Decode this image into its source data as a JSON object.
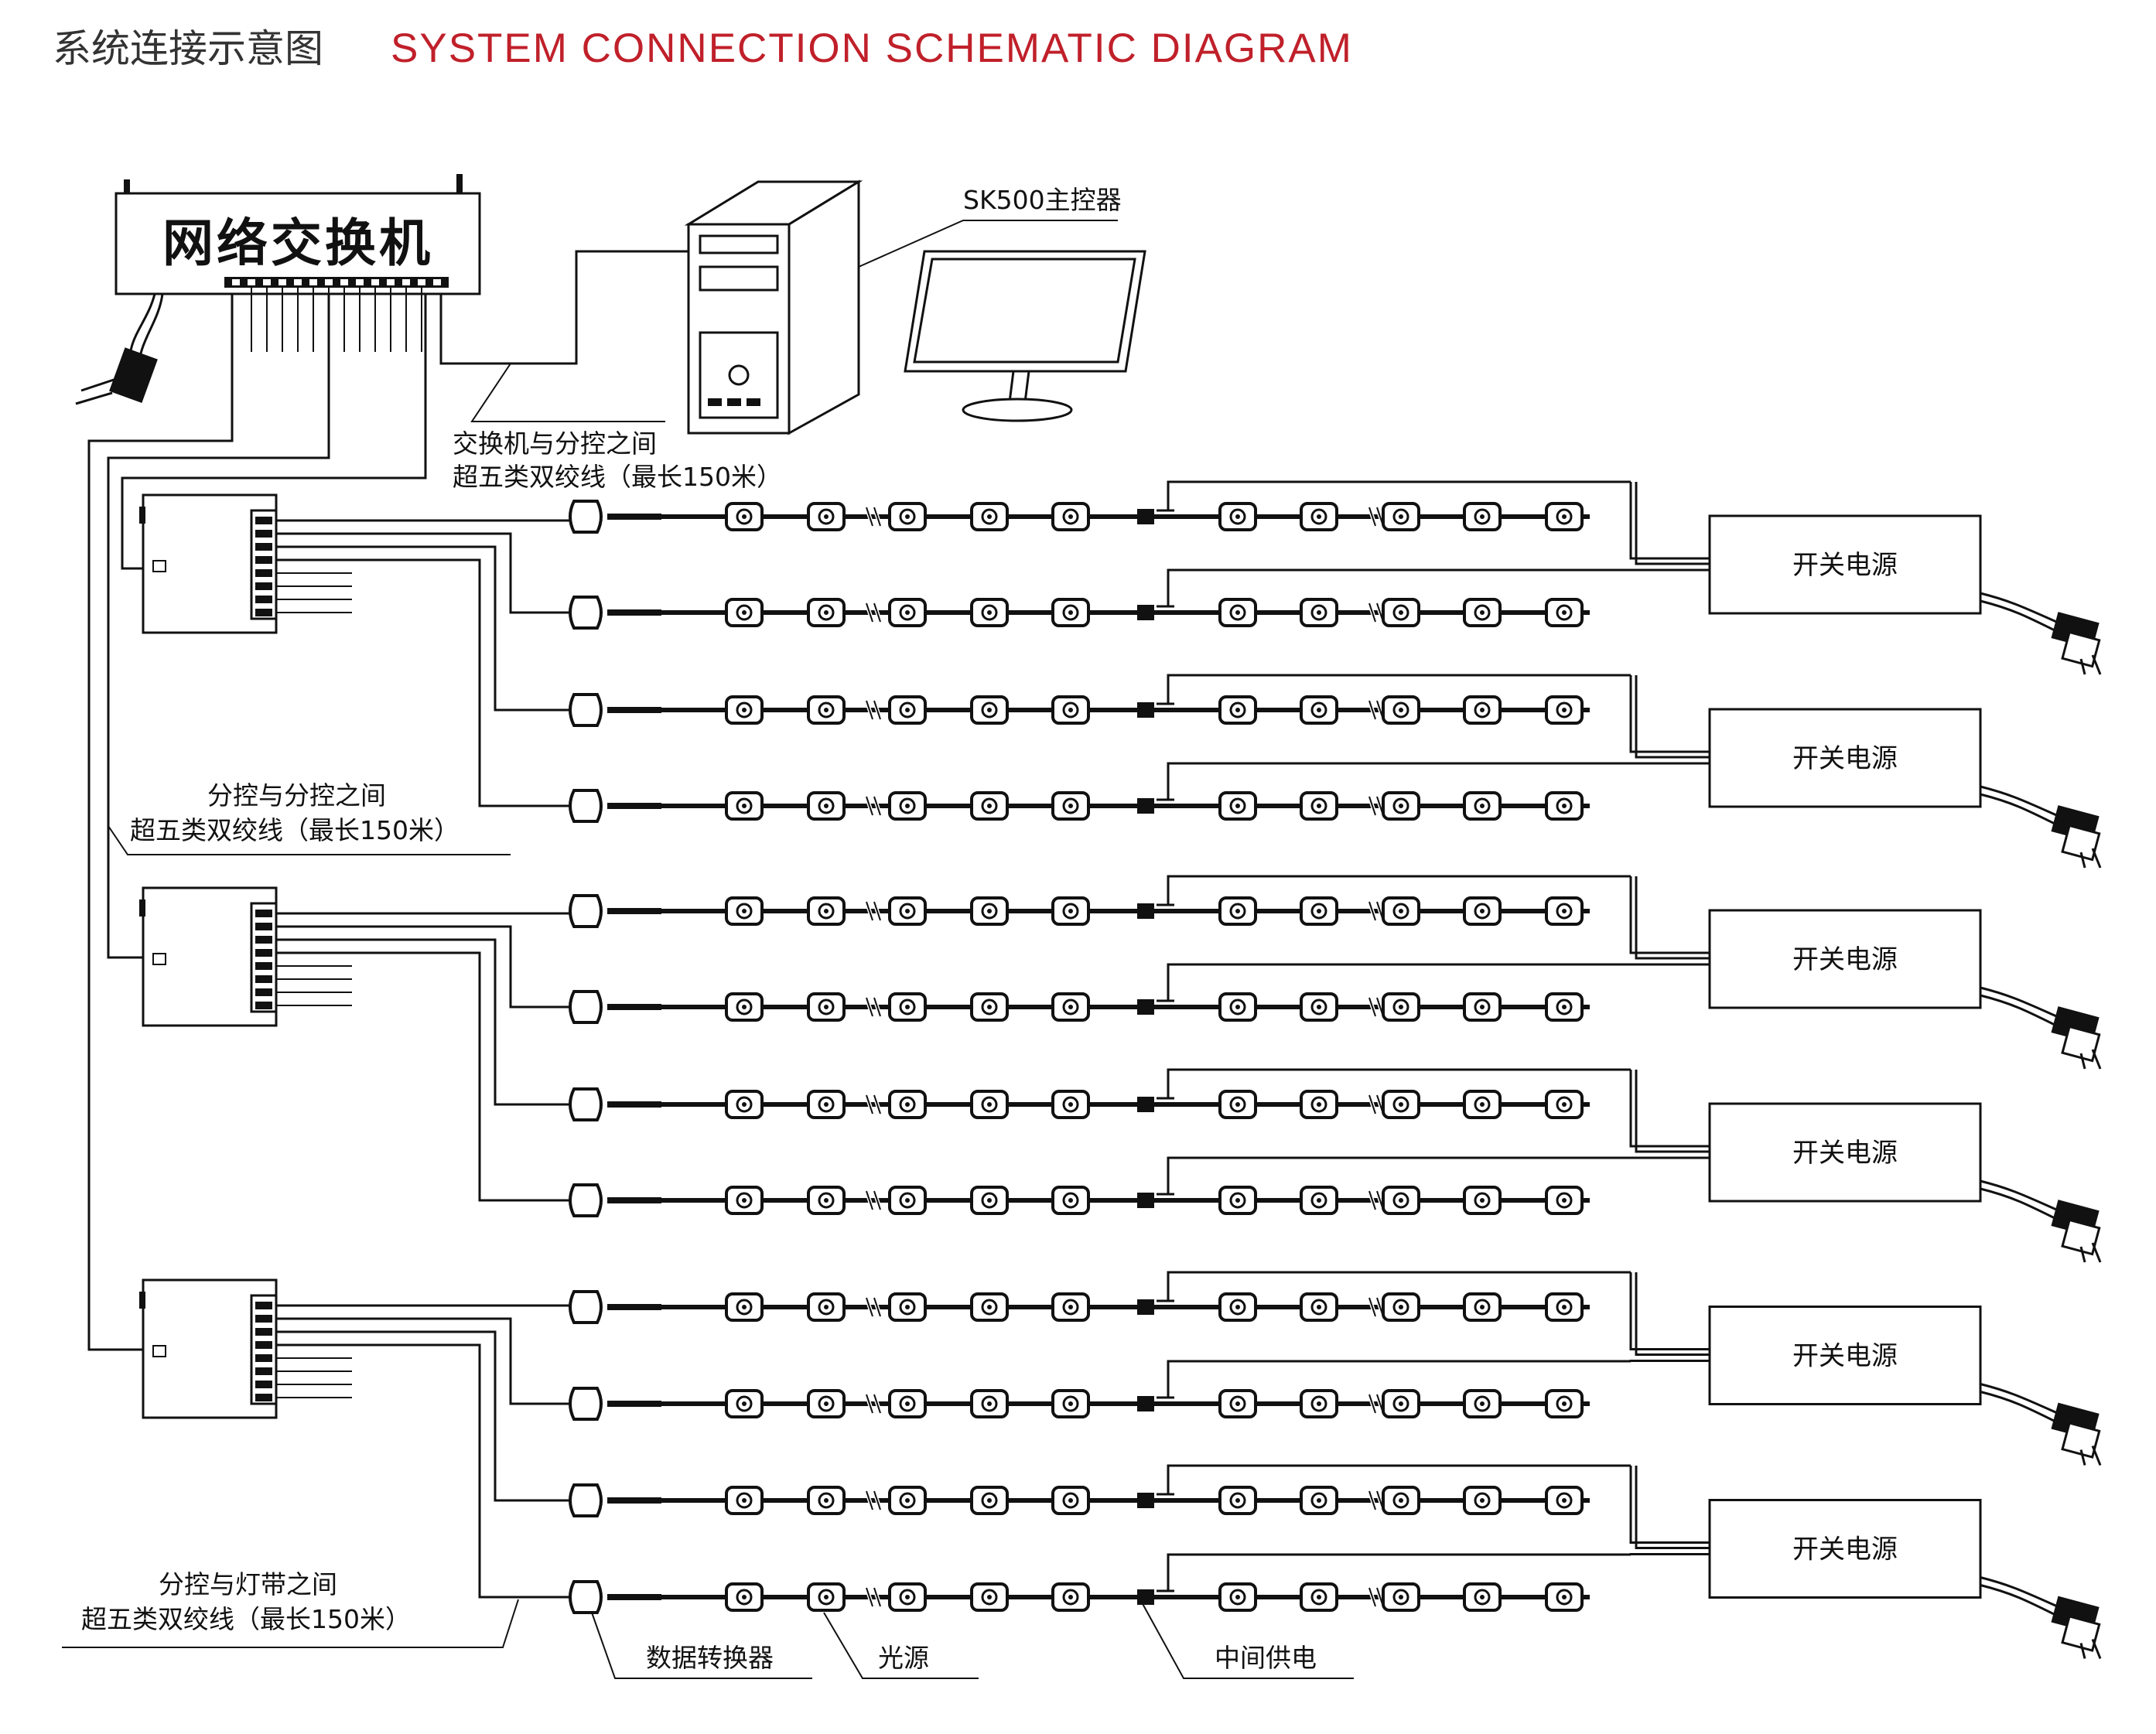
{
  "title": {
    "cn": "系统连接示意图",
    "en": "SYSTEM CONNECTION SCHEMATIC DIAGRAM",
    "en_color": "#c0202a"
  },
  "switch": {
    "label": "网络交换机"
  },
  "controller": {
    "label": "SK500主控器"
  },
  "notes": {
    "switch_to_sub": [
      "交换机与分控之间",
      "超五类双绞线（最长150米）"
    ],
    "sub_to_sub": [
      "分控与分控之间",
      "超五类双绞线（最长150米）"
    ],
    "sub_to_strip": [
      "分控与灯带之间",
      "超五类双绞线（最长150米）"
    ]
  },
  "power_supply": {
    "label": "开关电源",
    "count": 6
  },
  "callouts": {
    "converter": "数据转换器",
    "light": "光源",
    "mid_power": "中间供电"
  },
  "strips": {
    "rows": 12,
    "leds_per_row": 10
  },
  "icons": [
    "power-plug-icon",
    "monitor-icon",
    "pc-tower-icon",
    "rj45-port-icon",
    "led-module-icon"
  ]
}
